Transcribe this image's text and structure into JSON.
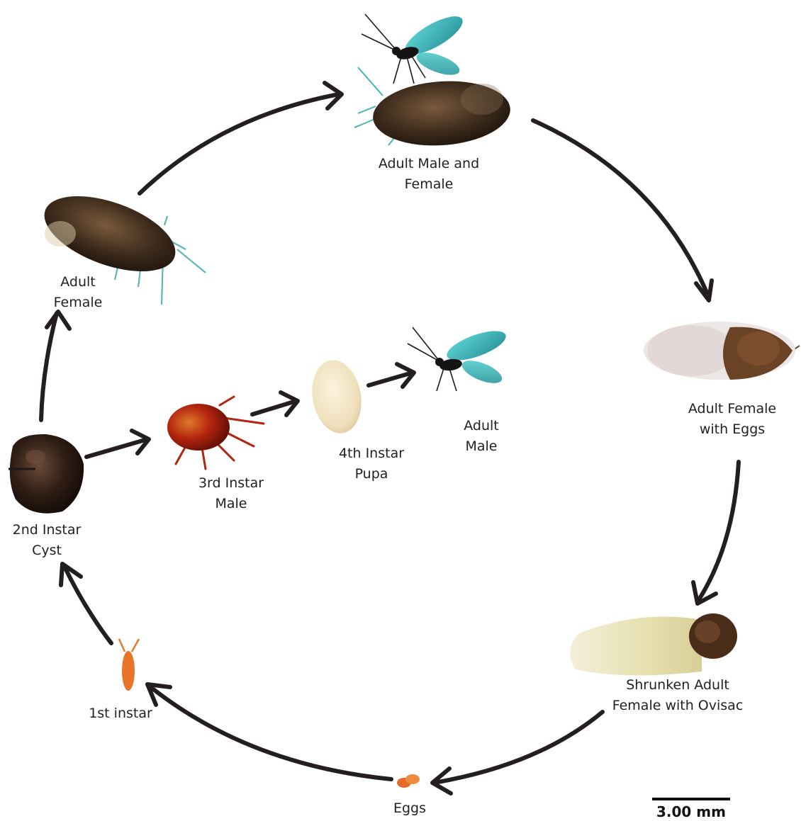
{
  "stages": {
    "adult_male_and_female": [
      "Adult Male and",
      "Female"
    ],
    "adult_female_with_eggs": [
      "Adult Female",
      "with Eggs"
    ],
    "shrunken_adult_female": [
      "Shrunken Adult",
      "Female with Ovisac"
    ],
    "eggs": [
      "Eggs"
    ],
    "first_instar": [
      "1st instar"
    ],
    "second_instar_cyst": [
      "2nd Instar",
      "Cyst"
    ],
    "adult_female": [
      "Adult",
      "Female"
    ],
    "third_instar_male": [
      "3rd Instar",
      "Male"
    ],
    "fourth_instar_pupa": [
      "4th Instar",
      "Pupa"
    ],
    "adult_male": [
      "Adult",
      "Male"
    ]
  },
  "scale_bar": {
    "label": "3.00 mm"
  },
  "colors": {
    "arrow": "#231f20",
    "wing": "#1fa6a8",
    "dark_body": "#3d2b1c",
    "cyst": "#2a1a12",
    "red_male": "#b3240e",
    "pupa": "#efe0bd",
    "ovisac": "#e9e4c4",
    "orange": "#e8752a"
  }
}
